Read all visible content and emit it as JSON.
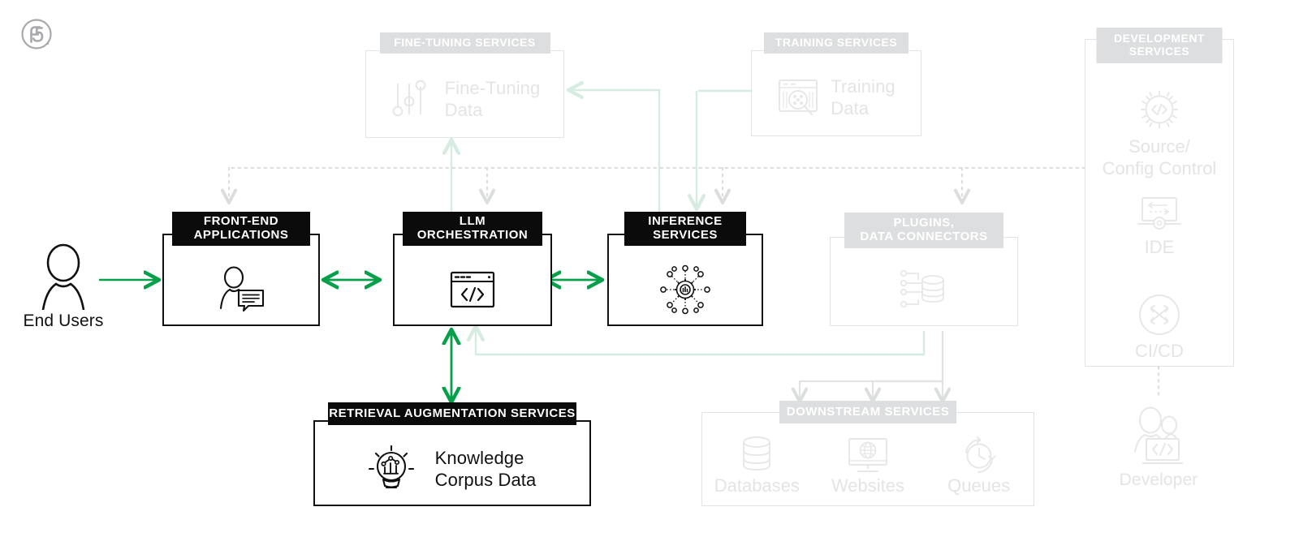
{
  "meta": {
    "brand": "F5",
    "title": "AI Application Reference Architecture",
    "colors": {
      "accent_green": "#06a04a",
      "faint_green": "#d6ece0",
      "active_black": "#0b0b0b",
      "muted_header_grey": "#dddedf",
      "muted_text_grey": "#e3e4e5",
      "muted_line_grey": "#e2e3e4",
      "dotted_grey": "#dcdddd",
      "background": "#ffffff"
    }
  },
  "actors": {
    "end_users": {
      "label": "End Users",
      "icon": "person-icon"
    },
    "developer": {
      "label": "Developer",
      "icon": "developer-laptop-icon"
    }
  },
  "nodes": {
    "fine_tuning_services": {
      "header": "FINE-TUNING SERVICES",
      "state": "muted",
      "items": [
        {
          "label": "Fine-Tuning\nData",
          "icon": "sliders-icon"
        }
      ]
    },
    "training_services": {
      "header": "TRAINING SERVICES",
      "state": "muted",
      "items": [
        {
          "label": "Training\nData",
          "icon": "data-search-icon"
        }
      ]
    },
    "development_services": {
      "header": "DEVELOPMENT\nSERVICES",
      "state": "muted",
      "items": [
        {
          "label": "Source/\nConfig Control",
          "icon": "gear-code-icon"
        },
        {
          "label": "IDE",
          "icon": "laptop-gear-icon"
        },
        {
          "label": "CI/CD",
          "icon": "cicd-loop-icon"
        }
      ]
    },
    "front_end_applications": {
      "header": "FRONT-END\nAPPLICATIONS",
      "state": "active",
      "items": [
        {
          "label": "",
          "icon": "user-chat-icon"
        }
      ]
    },
    "llm_orchestration": {
      "header": "LLM\nORCHESTRATION",
      "state": "active",
      "items": [
        {
          "label": "",
          "icon": "code-window-icon"
        }
      ]
    },
    "inference_services": {
      "header": "INFERENCE\nSERVICES",
      "state": "active",
      "items": [
        {
          "label": "",
          "icon": "gear-hub-icon"
        }
      ]
    },
    "plugins_data_connectors": {
      "header": "PLUGINS,\nDATA CONNECTORS",
      "state": "muted",
      "items": [
        {
          "label": "",
          "icon": "database-connector-icon"
        }
      ]
    },
    "retrieval_augmentation_services": {
      "header": "RETRIEVAL AUGMENTATION SERVICES",
      "state": "active",
      "items": [
        {
          "label": "Knowledge\nCorpus Data",
          "icon": "lightbulb-chart-icon"
        }
      ]
    },
    "downstream_services": {
      "header": "DOWNSTREAM SERVICES",
      "state": "muted",
      "items": [
        {
          "label": "Databases",
          "icon": "database-icon"
        },
        {
          "label": "Websites",
          "icon": "monitor-globe-icon"
        },
        {
          "label": "Queues",
          "icon": "clock-loop-icon"
        }
      ]
    }
  }
}
